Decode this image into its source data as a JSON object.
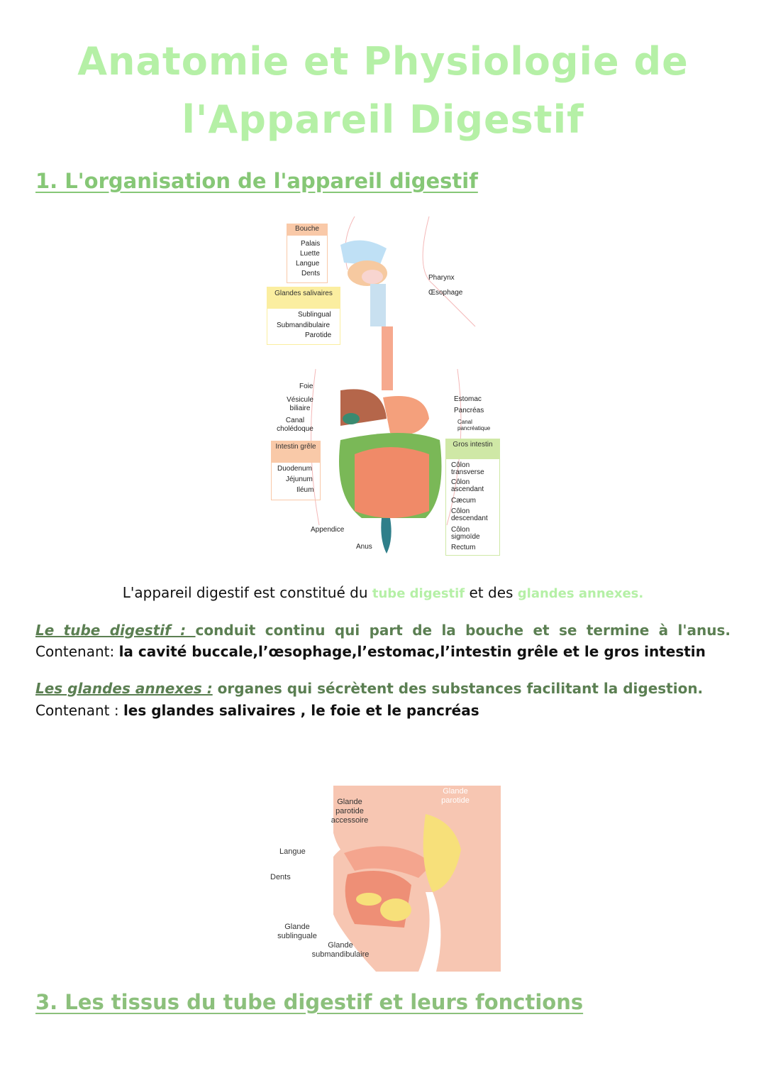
{
  "title": {
    "line1": "Anatomie et Physiologie de",
    "line2": "l'Appareil Digestif"
  },
  "section1": {
    "heading": "1. L'organisation de l'appareil digestif"
  },
  "diagram1": {
    "bouche": "Bouche",
    "palais": "Palais",
    "luette": "Luette",
    "langue": "Langue",
    "dents": "Dents",
    "glandes": "Glandes salivaires",
    "sublingual": "Sublingual",
    "submandibulaire": "Submandibulaire",
    "parotide": "Parotide",
    "pharynx": "Pharynx",
    "oesophage": "Œsophage",
    "foie": "Foie",
    "vesicule": "Vésicule biliaire",
    "canal": "Canal cholédoque",
    "intestin_grele": "Intestin grêle",
    "duodenum": "Duodenum",
    "jejunum": "Jéjunum",
    "ileum": "Iléum",
    "appendice": "Appendice",
    "anus": "Anus",
    "estomac": "Estomac",
    "pancreas": "Pancréas",
    "canal_pancreatique": "Canal pancréatique",
    "gros_intestin": "Gros intestin",
    "colon_transverse": "Côlon transverse",
    "colon_ascendant": "Côlon ascendant",
    "caecum": "Cæcum",
    "colon_descendant": "Côlon descendant",
    "colon_sigmoide": "Côlon sigmoïde",
    "rectum": "Rectum"
  },
  "intro": {
    "before": "L'appareil digestif est constitué du ",
    "term1": "tube digestif",
    "middle": " et des ",
    "term2": "glandes annexes."
  },
  "tube": {
    "term": "Le tube digestif : ",
    "def": "conduit continu qui part de la bouche et se termine à l'anus.",
    "label": "Contenant: ",
    "content": "la cavité buccale,l’œsophage,l’estomac,l’intestin grêle et le gros intestin"
  },
  "glandes": {
    "term": "Les glandes annexes :",
    "def": " organes qui sécrètent des substances facilitant la digestion.",
    "label": "Contenant : ",
    "content": "les glandes salivaires , le foie et le pancréas"
  },
  "diagram2": {
    "parotide": "Glande parotide",
    "parotide_acc": "Glande parotide accessoire",
    "langue": "Langue",
    "dents": "Dents",
    "sublinguale": "Glande sublinguale",
    "submandibulaire": "Glande submandibulaire"
  },
  "section3": {
    "heading": "3. Les tissus du tube digestif et leurs fonctions"
  },
  "colors": {
    "title": "#b5f0a6",
    "heading1": "#86c776",
    "heading3": "#8cc07c",
    "body_green": "#5b7f52"
  }
}
